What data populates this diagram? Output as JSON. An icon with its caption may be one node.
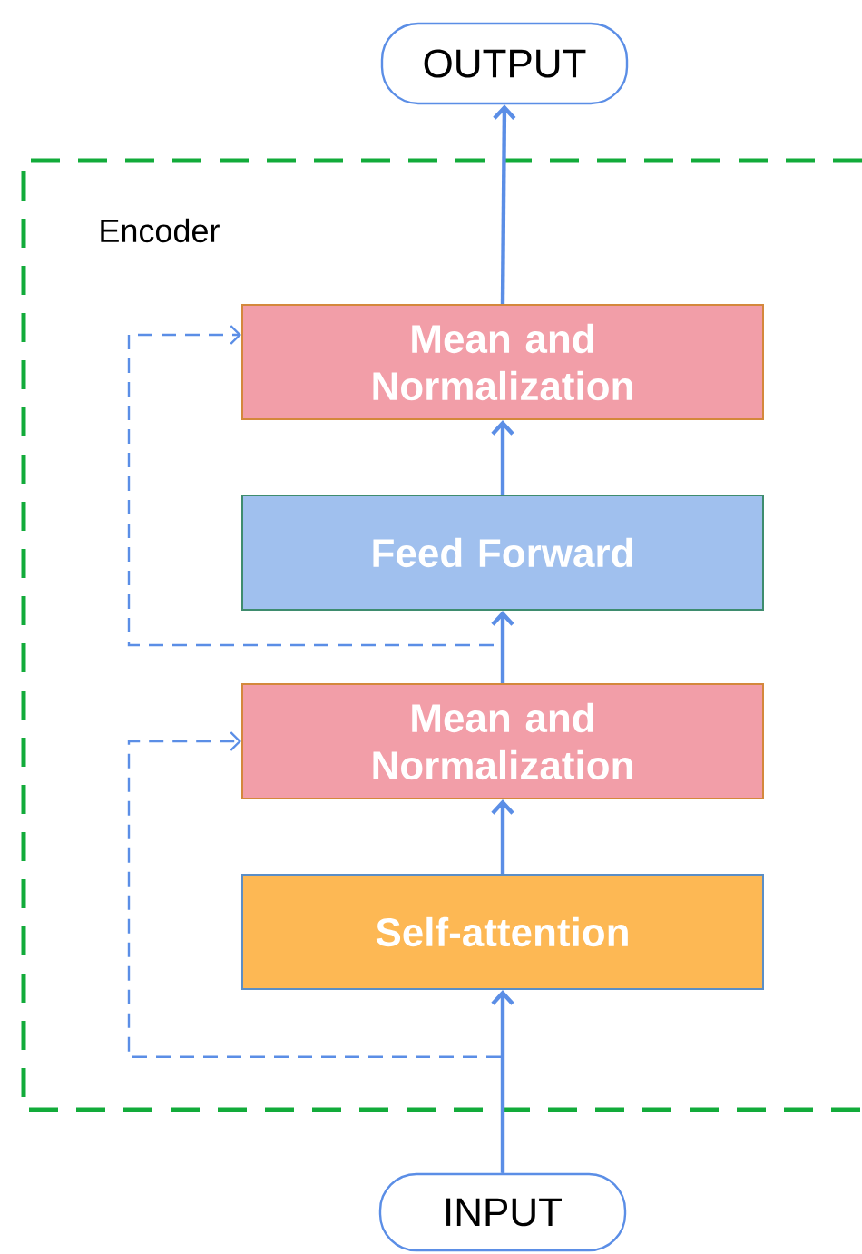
{
  "diagram": {
    "nodes": [
      {
        "text": [
          "OUTPUT"
        ]
      },
      {
        "text": [
          "Encoder"
        ]
      },
      {
        "text": [
          "Mean and Normalization"
        ],
        "in": 1
      },
      {
        "text": [
          "Feed Forward"
        ],
        "in": 1
      },
      {
        "text": [
          "Mean and Normalization"
        ],
        "in": 1
      },
      {
        "text": [
          "Self-attention"
        ],
        "in": 1
      },
      {
        "text": [
          "INPUT"
        ]
      }
    ],
    "edges": [
      {
        "from": 6,
        "to": 5,
        "arrow": "to"
      },
      {
        "from": 5,
        "to": 4,
        "arrow": "to"
      },
      {
        "from": 4,
        "to": 3,
        "arrow": "to"
      },
      {
        "from": 3,
        "to": 2,
        "arrow": "to"
      },
      {
        "from": 2,
        "to": 0,
        "arrow": "to"
      },
      {
        "from": 6,
        "to": 4,
        "arrow": "to",
        "style": "dashed"
      },
      {
        "from": 4,
        "to": 2,
        "arrow": "to",
        "style": "dashed"
      }
    ]
  }
}
